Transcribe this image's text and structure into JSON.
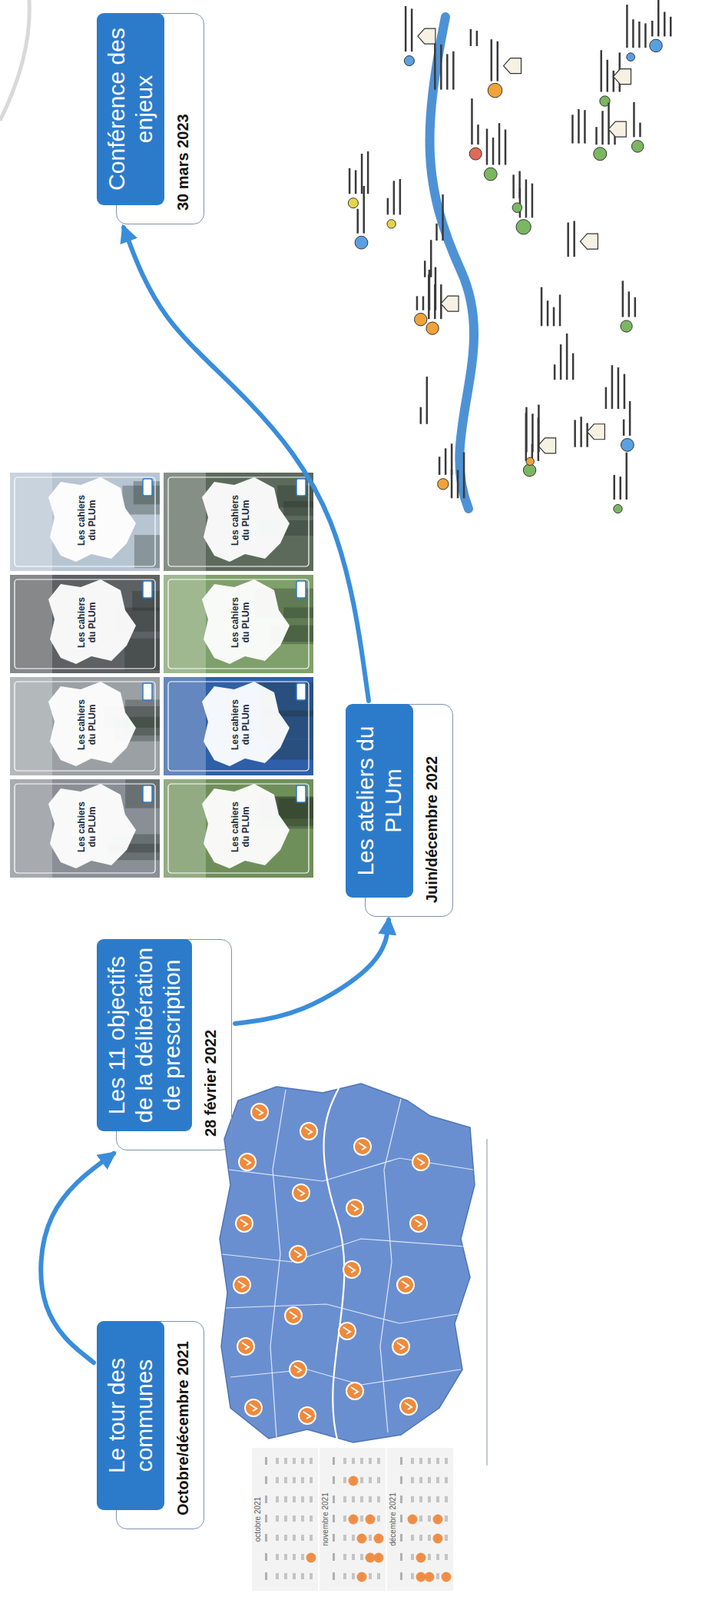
{
  "diagram": {
    "nodes": [
      {
        "text": [
          "Le tour des communes",
          "Octobre/décembre 2021"
        ]
      },
      {
        "text": [
          "Les 11 objectifs de la délibération de prescription",
          "28 février 2022"
        ]
      },
      {
        "text": [
          "Les ateliers du PLUm",
          "Juin/décembre 2022"
        ]
      },
      {
        "text": [
          "Conférence des enjeux",
          "30 mars 2023"
        ]
      }
    ],
    "edges": [
      {
        "from": 0,
        "to": 1,
        "arrow": "to"
      },
      {
        "from": 1,
        "to": 2,
        "arrow": "to"
      },
      {
        "from": 2,
        "to": 3,
        "arrow": "to"
      }
    ],
    "labels": [
      "octobre 2021",
      "novembre 2021",
      "décembre 2021",
      "Les cahiers du PLUm",
      "Les cahiers du PLUm",
      "Les cahiers du PLUm",
      "Les cahiers du PLUm",
      "Les cahiers du PLUm",
      "Les cahiers du PLUm",
      "Les cahiers du PLUm",
      "Les cahiers du PLUm"
    ]
  }
}
